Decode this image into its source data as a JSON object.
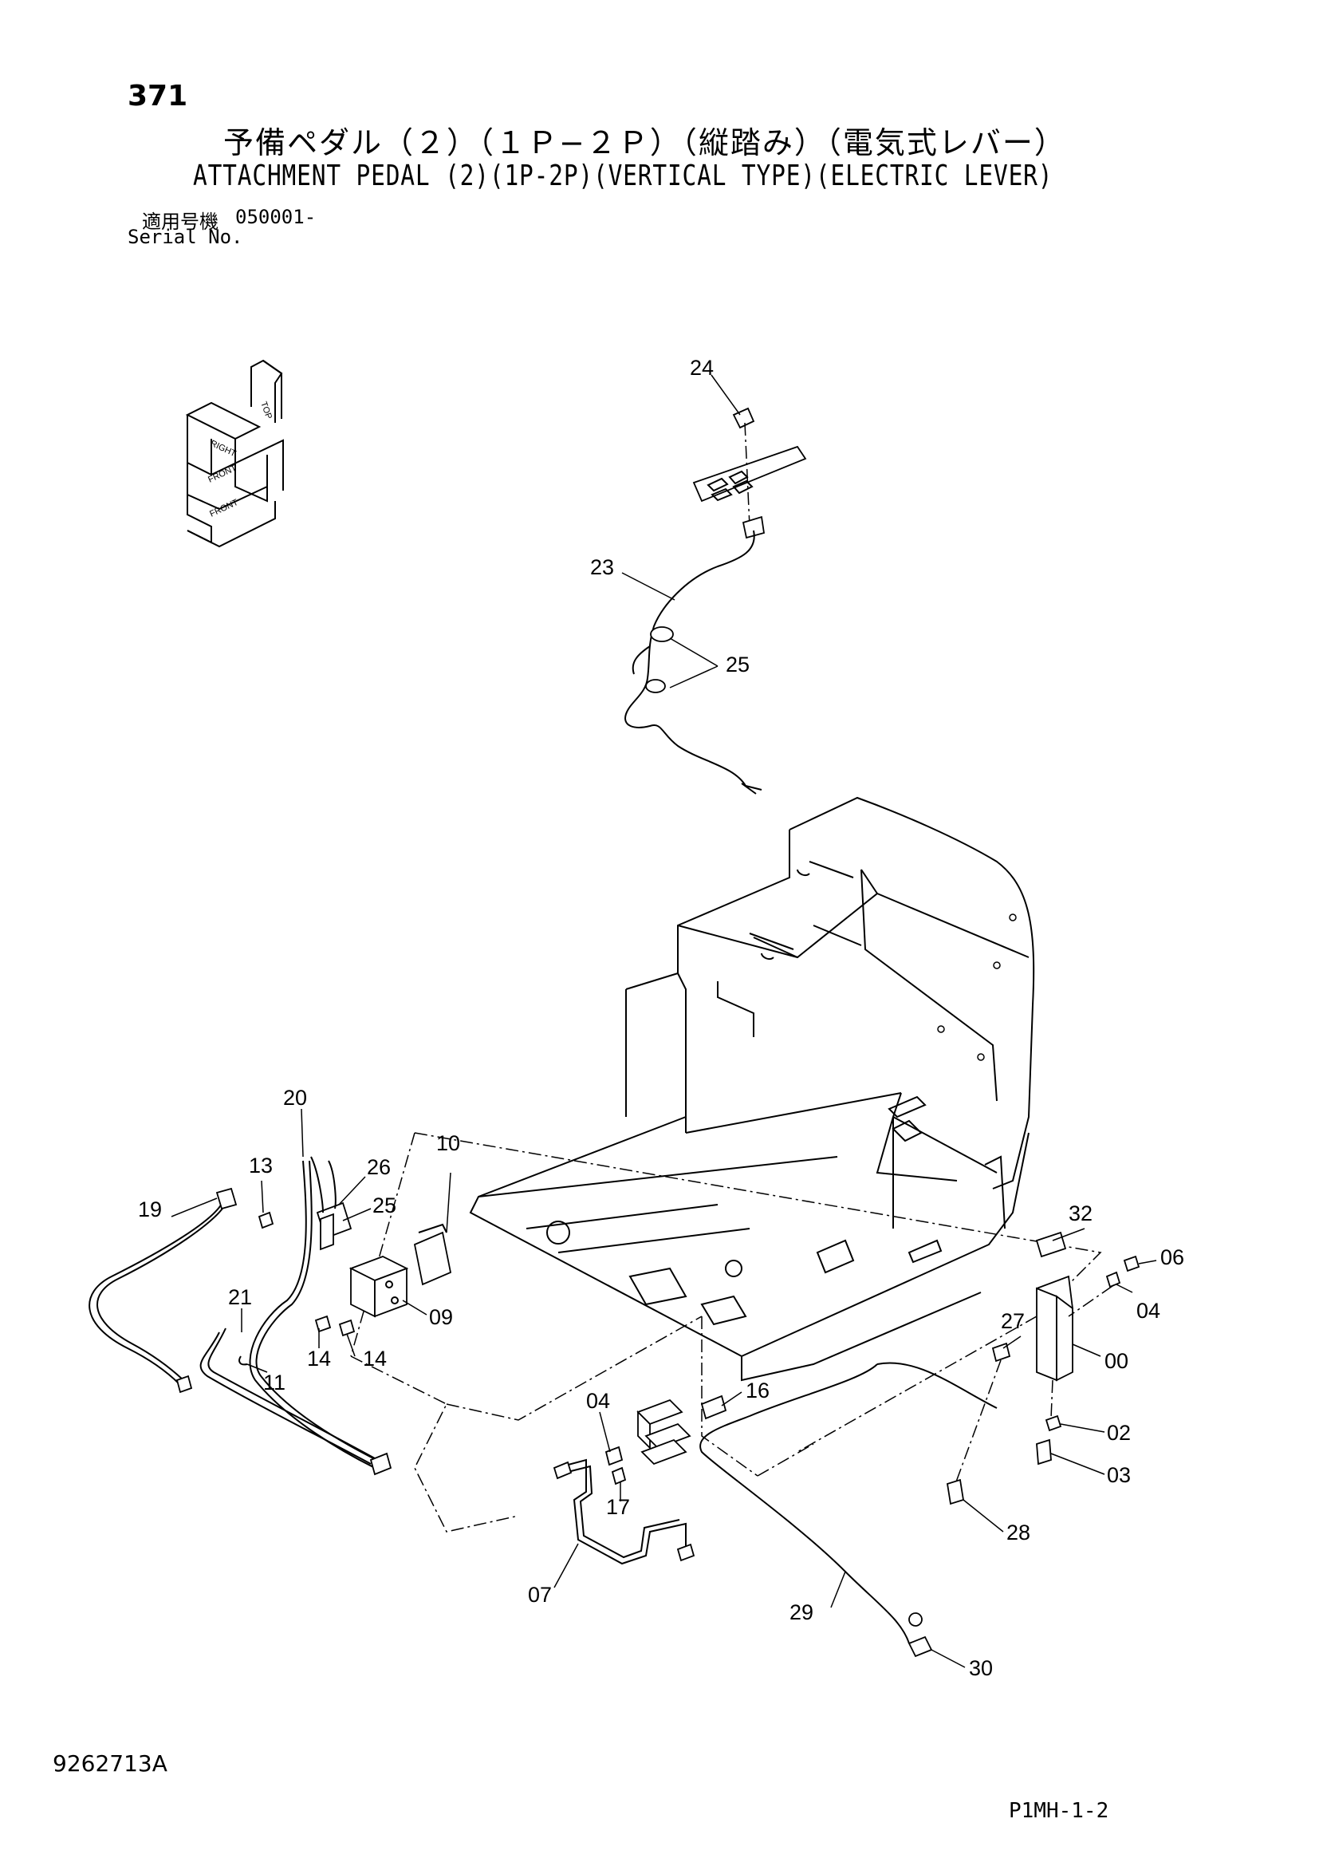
{
  "header": {
    "page_number": "371",
    "title_jp": "予備ペダル（２）（１Ｐ−２Ｐ）（縦踏み）（電気式レバー）",
    "title_en": "ATTACHMENT PEDAL (2)(1P-2P)(VERTICAL TYPE)(ELECTRIC LEVER)",
    "serial_label_jp": "適用号機",
    "serial_number": "050001-",
    "serial_label_en": "Serial No."
  },
  "footer": {
    "document_number": "9262713A",
    "sheet_code": "P1MH-1-2"
  },
  "orientation_indicator": {
    "labels": [
      "TOP",
      "RIGHT",
      "FRONT",
      "FRONT"
    ]
  },
  "callouts": {
    "c24": "24",
    "c23": "23",
    "c25a": "25",
    "c20": "20",
    "c13": "13",
    "c26": "26",
    "c25b": "25",
    "c10": "10",
    "c19": "19",
    "c21": "21",
    "c09": "09",
    "c14a": "14",
    "c14b": "14",
    "c11": "11",
    "c32": "32",
    "c06": "06",
    "c04a": "04",
    "c27": "27",
    "c00": "00",
    "c16": "16",
    "c04b": "04",
    "c02": "02",
    "c03": "03",
    "c17": "17",
    "c28": "28",
    "c07": "07",
    "c29": "29",
    "c30": "30"
  }
}
